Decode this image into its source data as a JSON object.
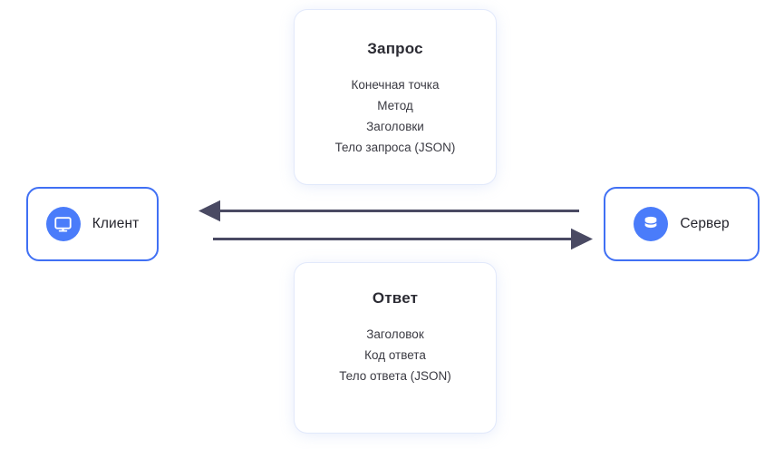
{
  "diagram": {
    "title": "Client-Server HTTP request/response diagram",
    "colors": {
      "node_border": "#4070f4",
      "icon_circle": "#4a7cfa",
      "arrow": "#4a4a63",
      "card_shadow": "#dee6fa",
      "text": "#2b2b33",
      "background": "#ffffff"
    },
    "nodes": [
      {
        "id": "client",
        "label": "Клиент",
        "icon": "monitor-icon"
      },
      {
        "id": "server",
        "label": "Сервер",
        "icon": "database-icon"
      }
    ],
    "cards": [
      {
        "id": "request",
        "title": "Запрос",
        "lines": [
          "Конечная точка",
          "Метод",
          "Заголовки",
          "Тело запроса (JSON)"
        ]
      },
      {
        "id": "response",
        "title": "Ответ",
        "lines": [
          "Заголовок",
          "Код ответа",
          "Тело ответа (JSON)"
        ]
      }
    ],
    "arrows": [
      {
        "id": "response-arrow",
        "direction": "right-to-left",
        "from": "server",
        "to": "client",
        "label": ""
      },
      {
        "id": "request-arrow",
        "direction": "left-to-right",
        "from": "client",
        "to": "server",
        "label": ""
      }
    ]
  }
}
